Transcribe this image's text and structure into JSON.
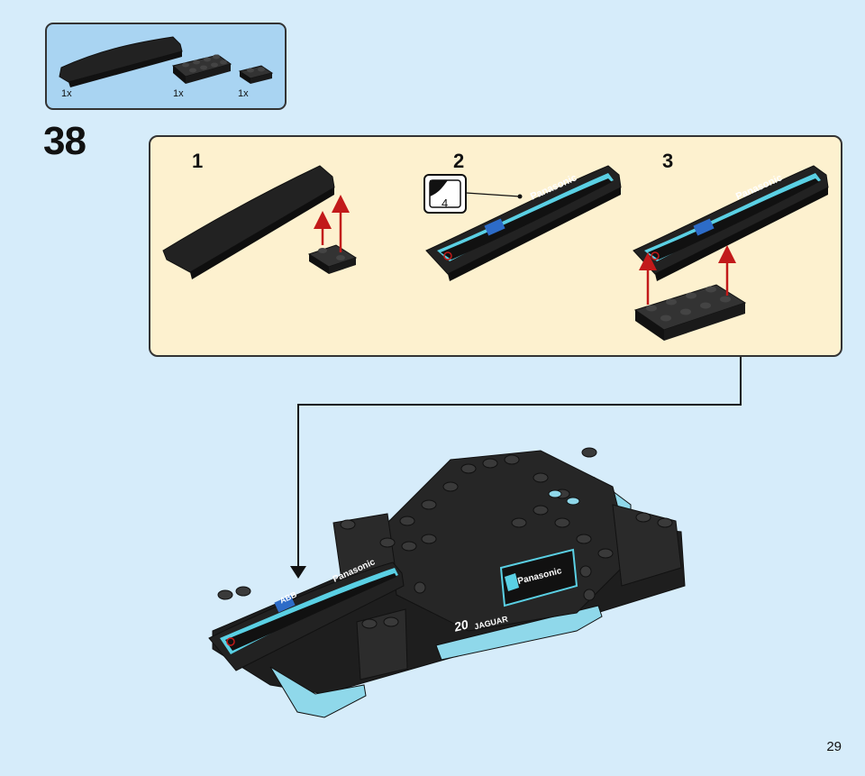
{
  "parts_list": {
    "items": [
      {
        "part": "black curved slope",
        "quantity": "1x"
      },
      {
        "part": "black plate 2x4",
        "quantity": "1x"
      },
      {
        "part": "black plate 1x2",
        "quantity": "1x"
      }
    ]
  },
  "step": {
    "number": "38",
    "substeps": [
      {
        "number": "1"
      },
      {
        "number": "2",
        "sticker_number": "4"
      },
      {
        "number": "3"
      }
    ]
  },
  "sticker_text": {
    "sponsor": "Panasonic",
    "abb": "ABB",
    "car_number": "20",
    "team": "JAGUAR"
  },
  "page": {
    "number": "29"
  },
  "colors": {
    "background": "#d6ecfa",
    "parts_box": "#a9d4f2",
    "substep_box": "#fdf1cf",
    "brick_black": "#222222",
    "accent_teal": "#5ad0e4",
    "arrow_red": "#c21a1a"
  }
}
